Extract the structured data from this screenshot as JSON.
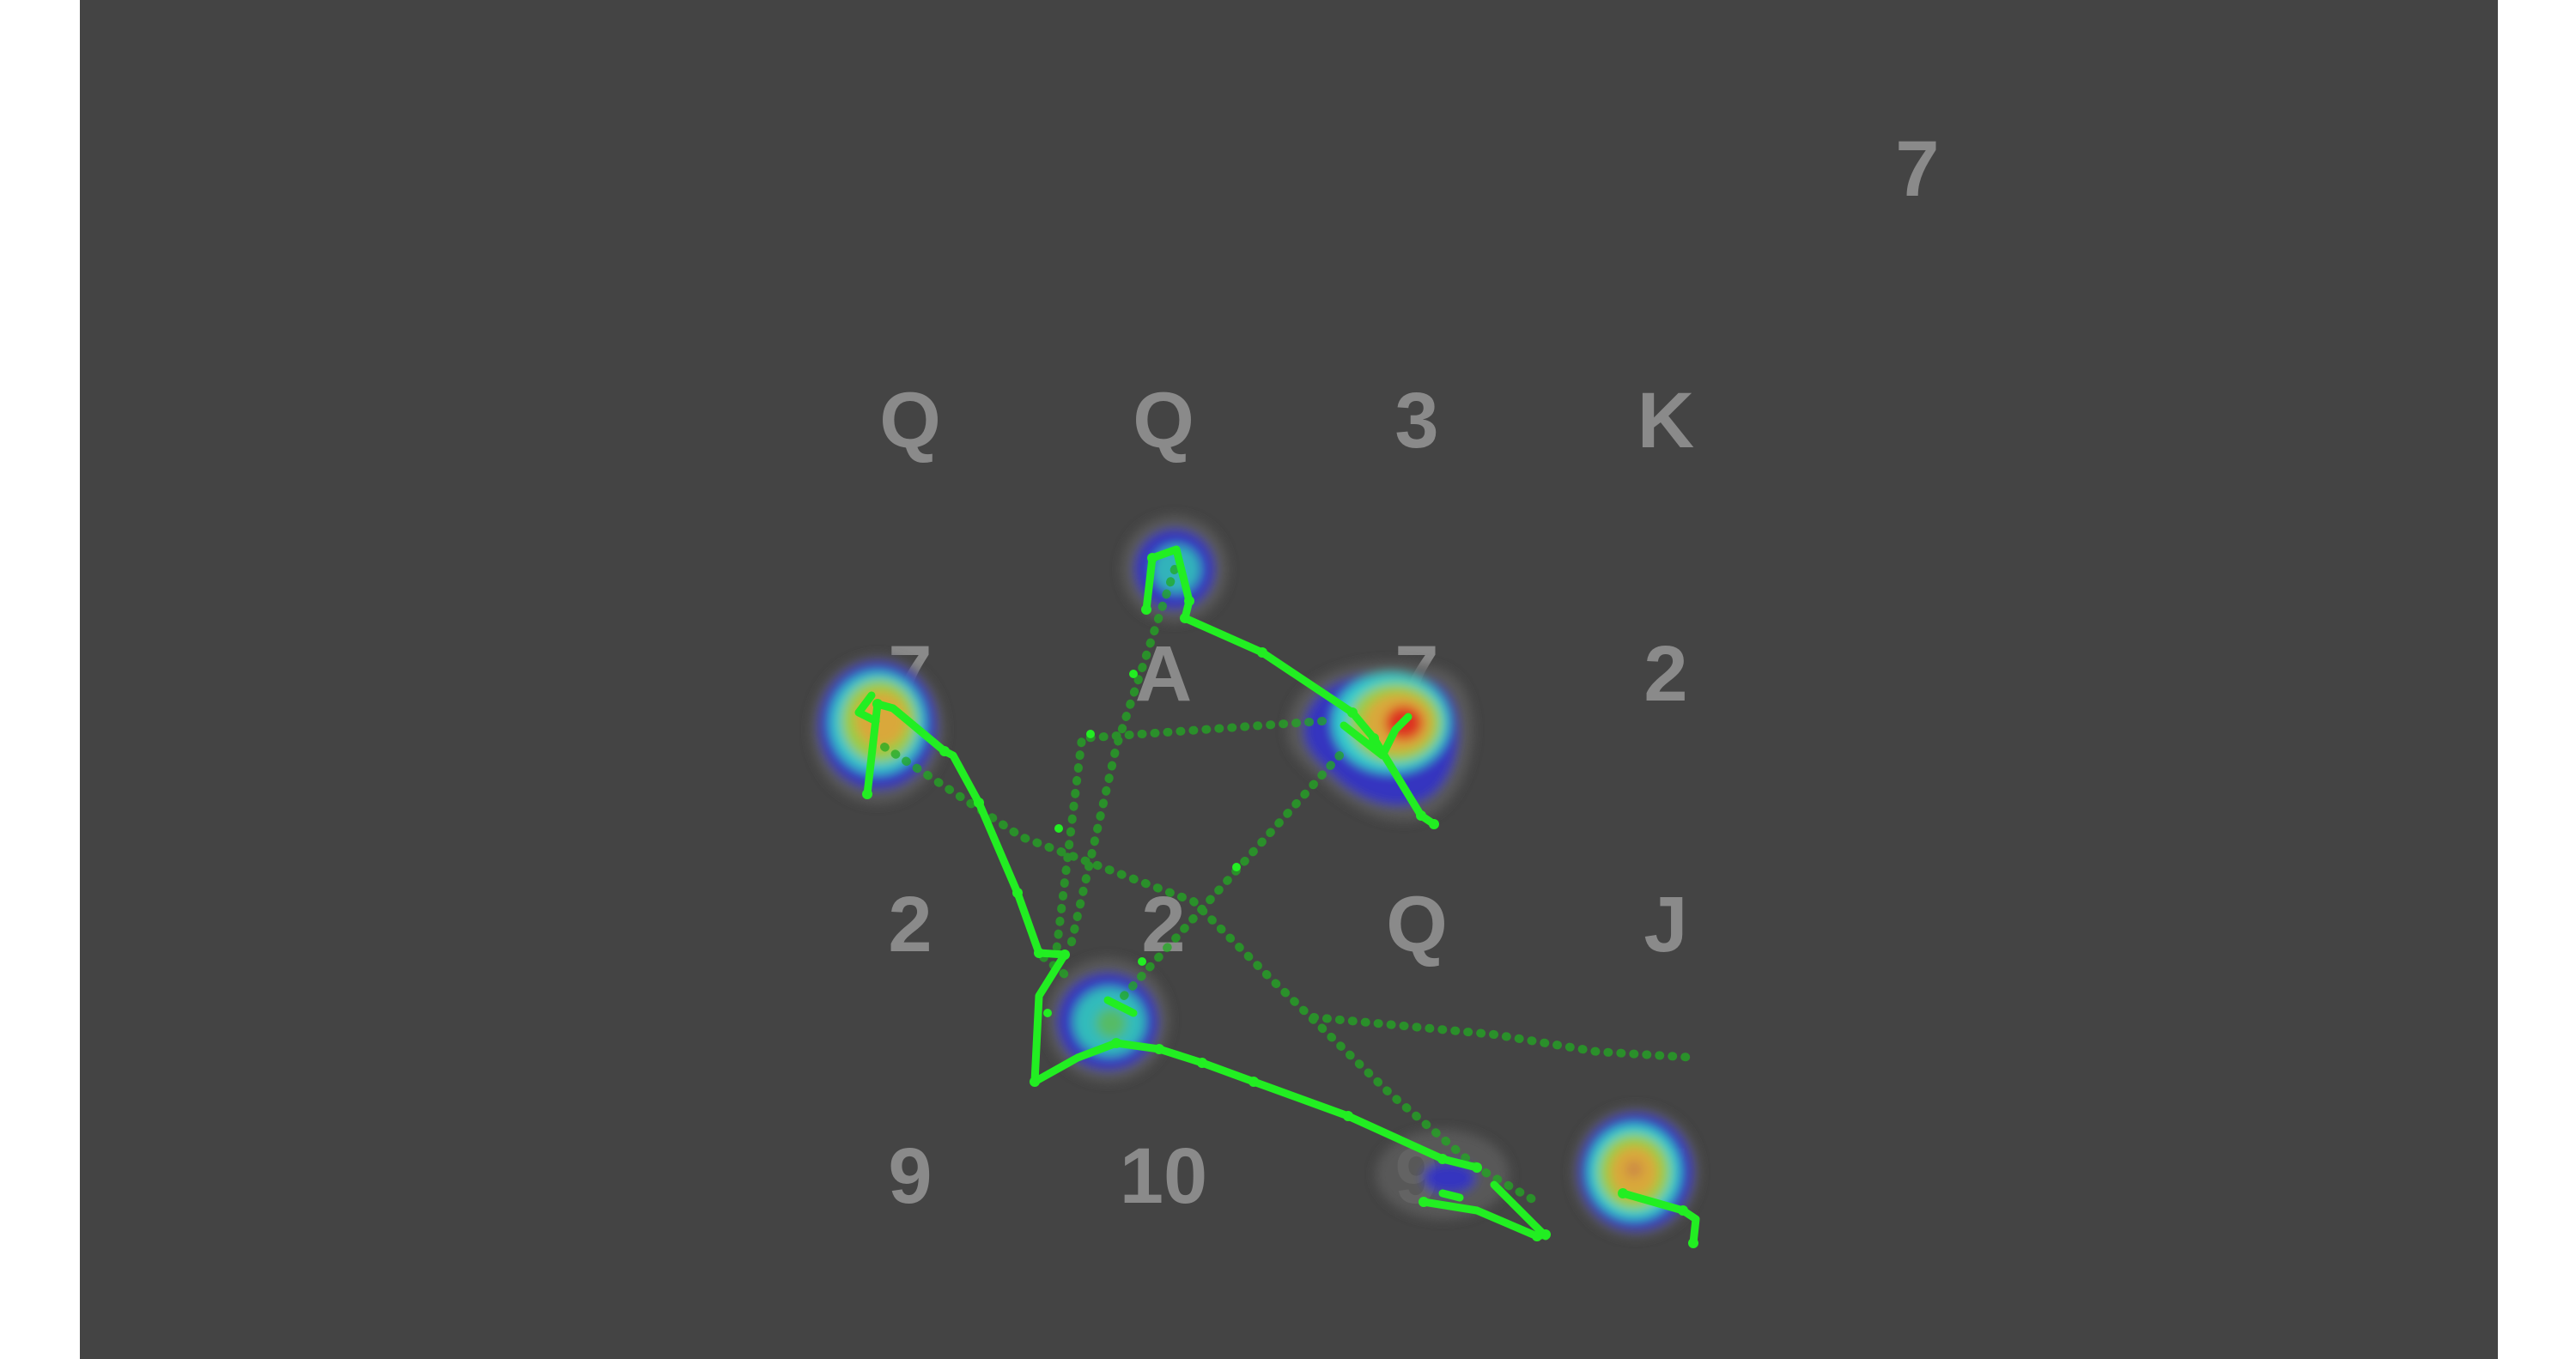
{
  "stimulus": {
    "lone_card": "7",
    "grid": [
      [
        "Q",
        "Q",
        "3",
        "K"
      ],
      [
        "7",
        "A",
        "7",
        "2"
      ],
      [
        "2",
        "2",
        "Q",
        "J"
      ],
      [
        "9",
        "10",
        "9",
        "7"
      ]
    ]
  },
  "colors": {
    "background": "#444444",
    "margin": "#ffffff",
    "card_text": "#8a8a8a",
    "gaze_path": "#22ee22",
    "heat_ramp": [
      "#555555",
      "#3333cc",
      "#33cccc",
      "#88cc44",
      "#ddaa33",
      "#dd3322"
    ]
  }
}
